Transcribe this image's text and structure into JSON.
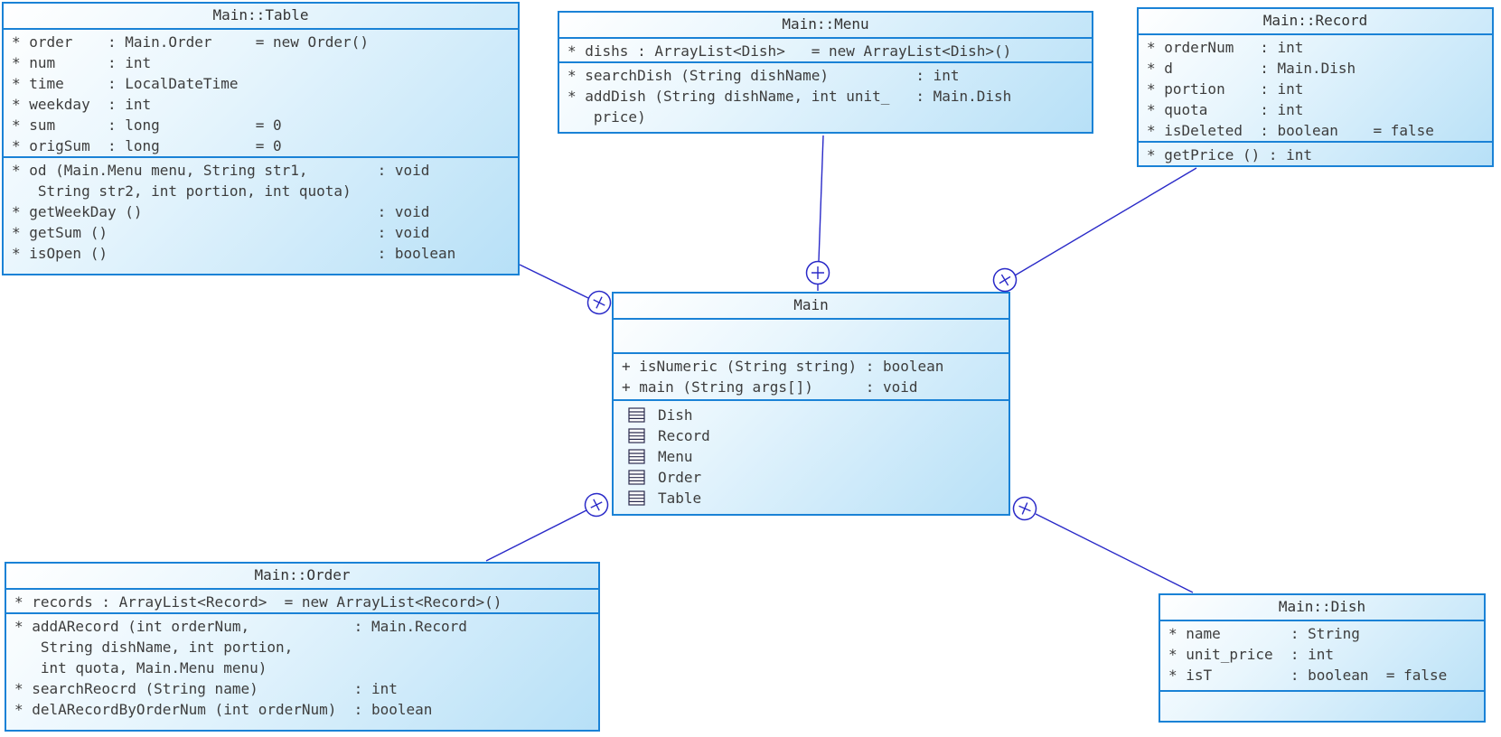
{
  "diagram": {
    "tool_hint": "UML class diagram",
    "colors": {
      "box_border": "#1a82d6",
      "box_fill_light": "#ffffff",
      "box_fill_dark": "#b7e0f7",
      "connector_line": "#2a2ac8",
      "text": "#3d3d3d"
    },
    "connector_symbol": "circle-plus-anchor",
    "classes": {
      "table": {
        "title": "Main::Table",
        "attributes": [
          "* order    : Main.Order     = new Order()",
          "* num      : int",
          "* time     : LocalDateTime",
          "* weekday  : int",
          "* sum      : long           = 0",
          "* origSum  : long           = 0"
        ],
        "methods": [
          "* od (Main.Menu menu, String str1,        : void",
          "   String str2, int portion, int quota)",
          "* getWeekDay ()                           : void",
          "* getSum ()                               : void",
          "* isOpen ()                               : boolean"
        ]
      },
      "menu": {
        "title": "Main::Menu",
        "attributes": [
          "* dishs : ArrayList<Dish>   = new ArrayList<Dish>()"
        ],
        "methods": [
          "* searchDish (String dishName)          : int",
          "* addDish (String dishName, int unit_   : Main.Dish",
          "   price)"
        ]
      },
      "record": {
        "title": "Main::Record",
        "attributes": [
          "* orderNum   : int",
          "* d          : Main.Dish",
          "* portion    : int",
          "* quota      : int",
          "* isDeleted  : boolean    = false"
        ],
        "methods": [
          "* getPrice () : int"
        ]
      },
      "main": {
        "title": "Main",
        "attributes": [],
        "methods": [
          "+ isNumeric (String string) : boolean",
          "+ main (String args[])      : void"
        ],
        "nested": [
          "Dish",
          "Record",
          "Menu",
          "Order",
          "Table"
        ]
      },
      "order": {
        "title": "Main::Order",
        "attributes": [
          "* records : ArrayList<Record>  = new ArrayList<Record>()"
        ],
        "methods": [
          "* addARecord (int orderNum,            : Main.Record",
          "   String dishName, int portion,",
          "   int quota, Main.Menu menu)",
          "* searchReocrd (String name)           : int",
          "* delARecordByOrderNum (int orderNum)  : boolean"
        ]
      },
      "dish": {
        "title": "Main::Dish",
        "attributes": [
          "* name        : String",
          "* unit_price  : int",
          "* isT         : boolean  = false"
        ],
        "methods": []
      }
    }
  }
}
